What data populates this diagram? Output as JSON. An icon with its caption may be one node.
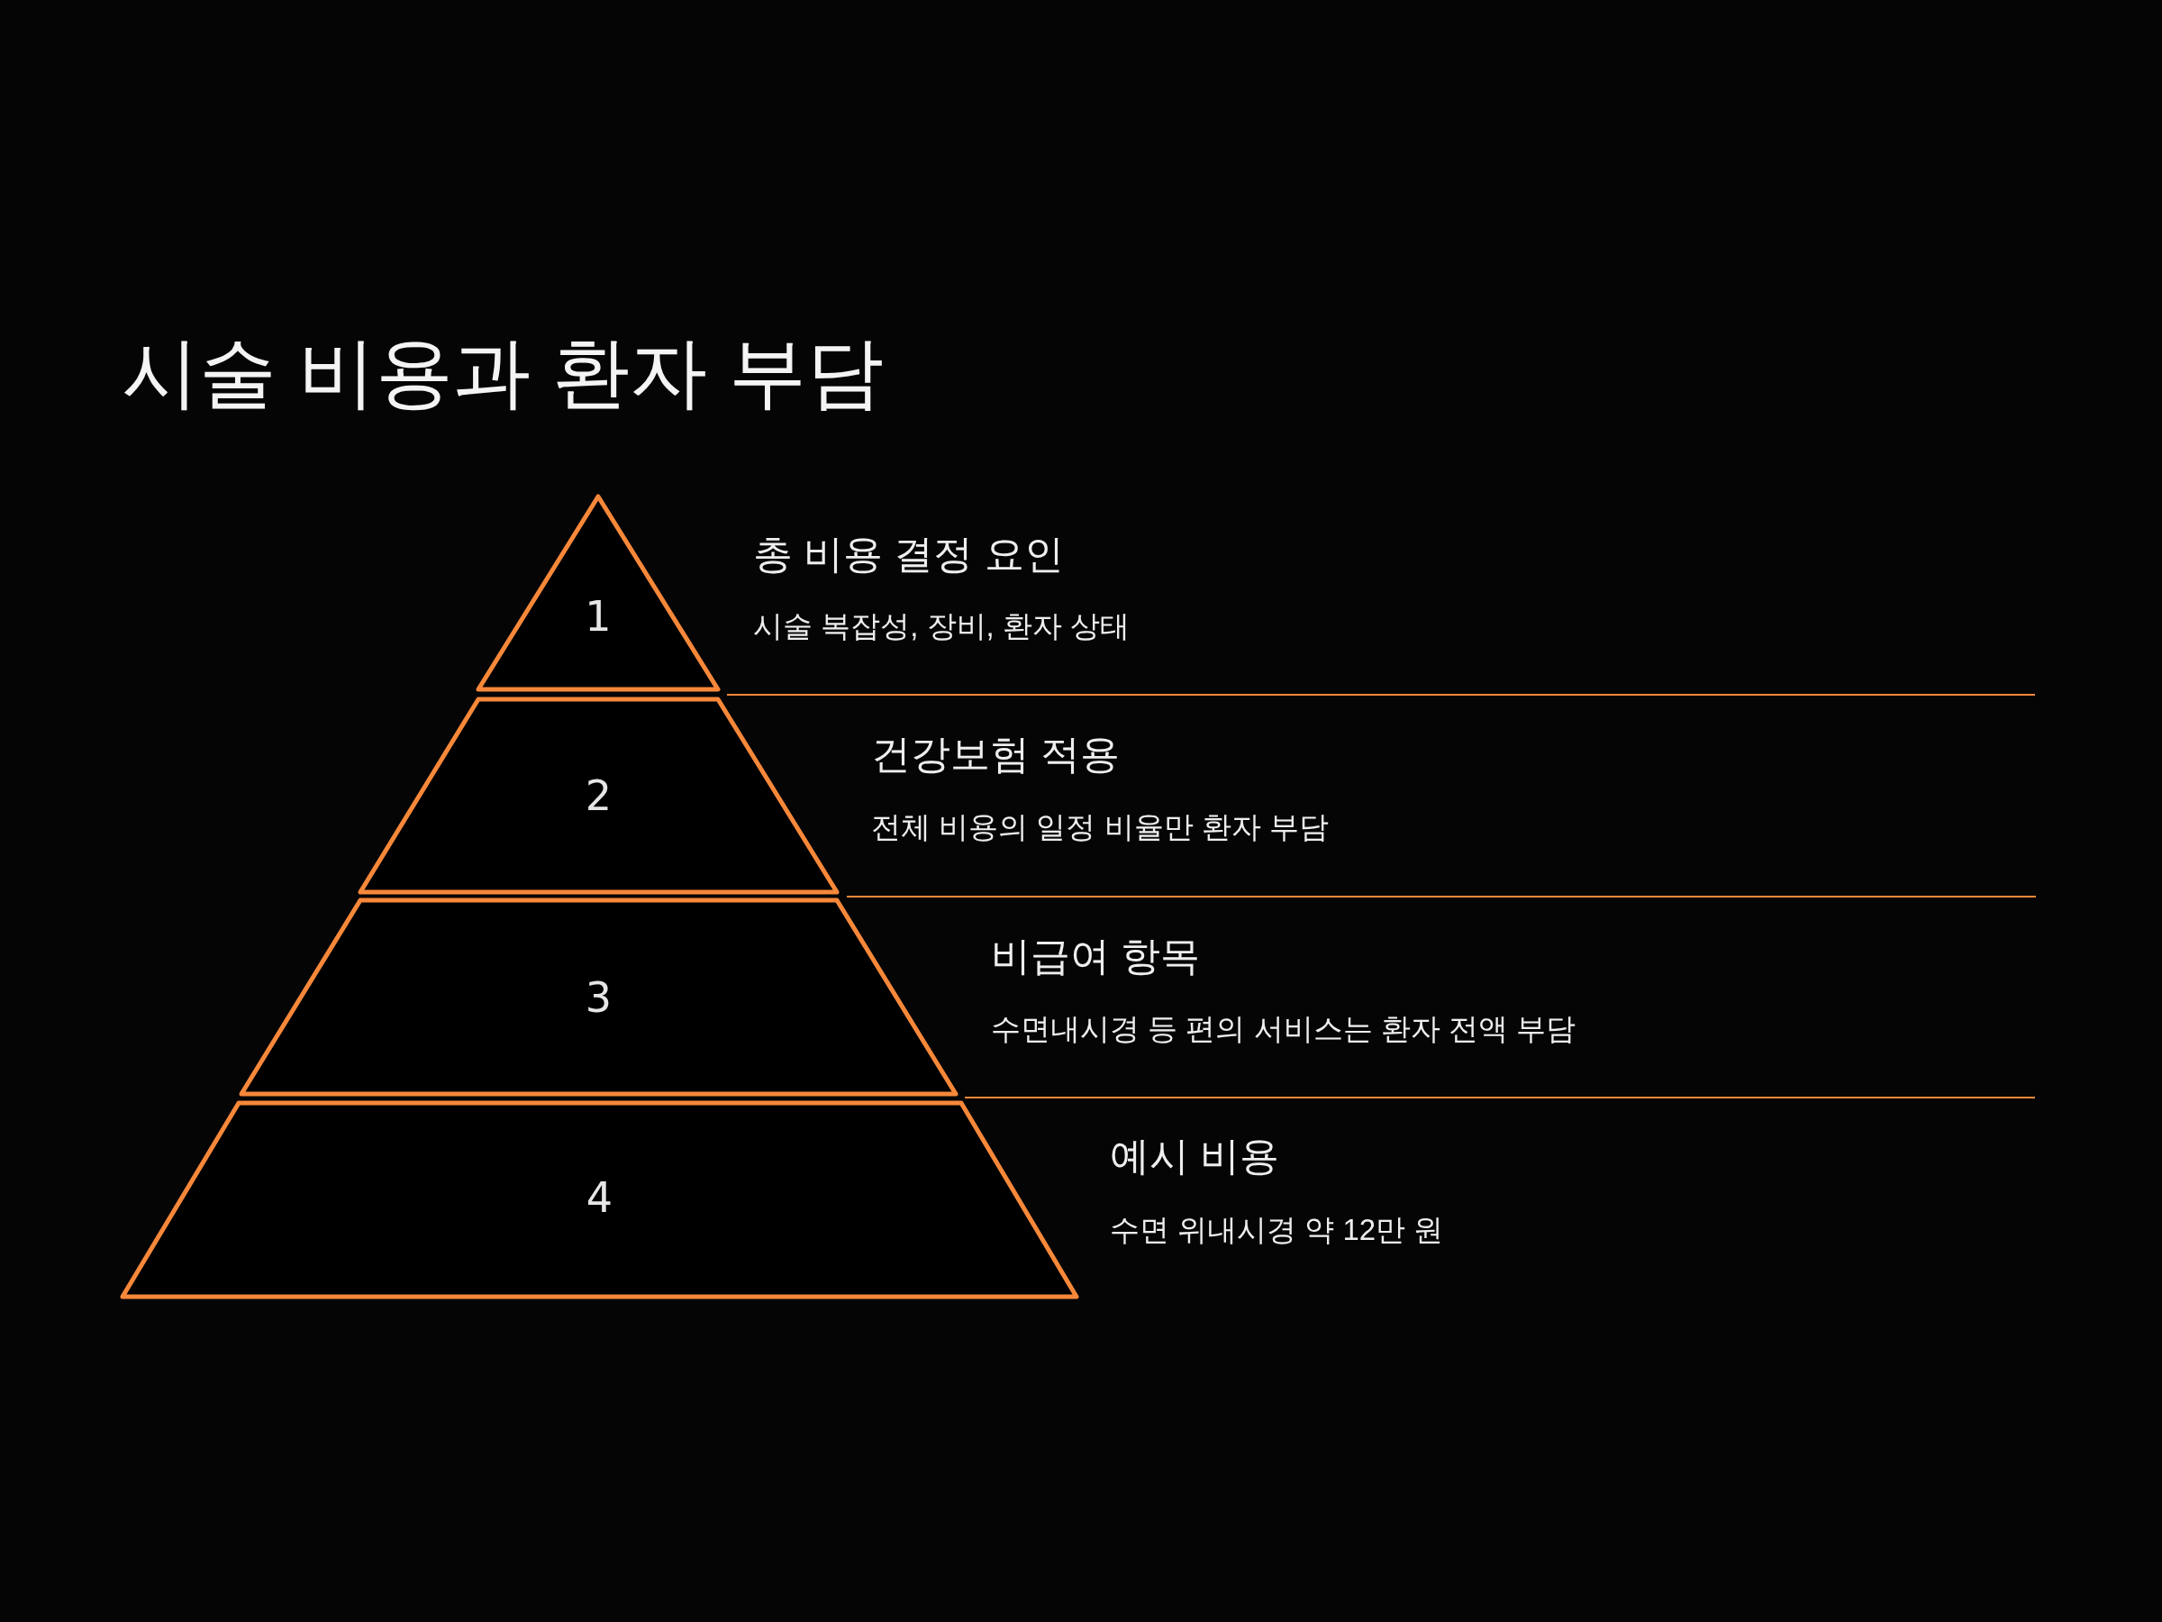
{
  "diagram": {
    "title": "시술 비용과 환자 부담",
    "nodes": [
      {
        "text": [
          "1"
        ],
        "beside": [
          "총 비용 결정 요인",
          "시술 복잡성, 장비, 환자 상태"
        ]
      },
      {
        "text": [
          "2"
        ],
        "beside": [
          "건강보험 적용",
          "전체 비용의 일정 비율만 환자 부담"
        ]
      },
      {
        "text": [
          "3"
        ],
        "beside": [
          "비급여 항목",
          "수면내시경 등 편의 서비스는 환자 전액 부담"
        ]
      },
      {
        "text": [
          "4"
        ],
        "beside": [
          "예시 비용",
          "수면 위내시경 약 12만 원"
        ]
      }
    ]
  }
}
